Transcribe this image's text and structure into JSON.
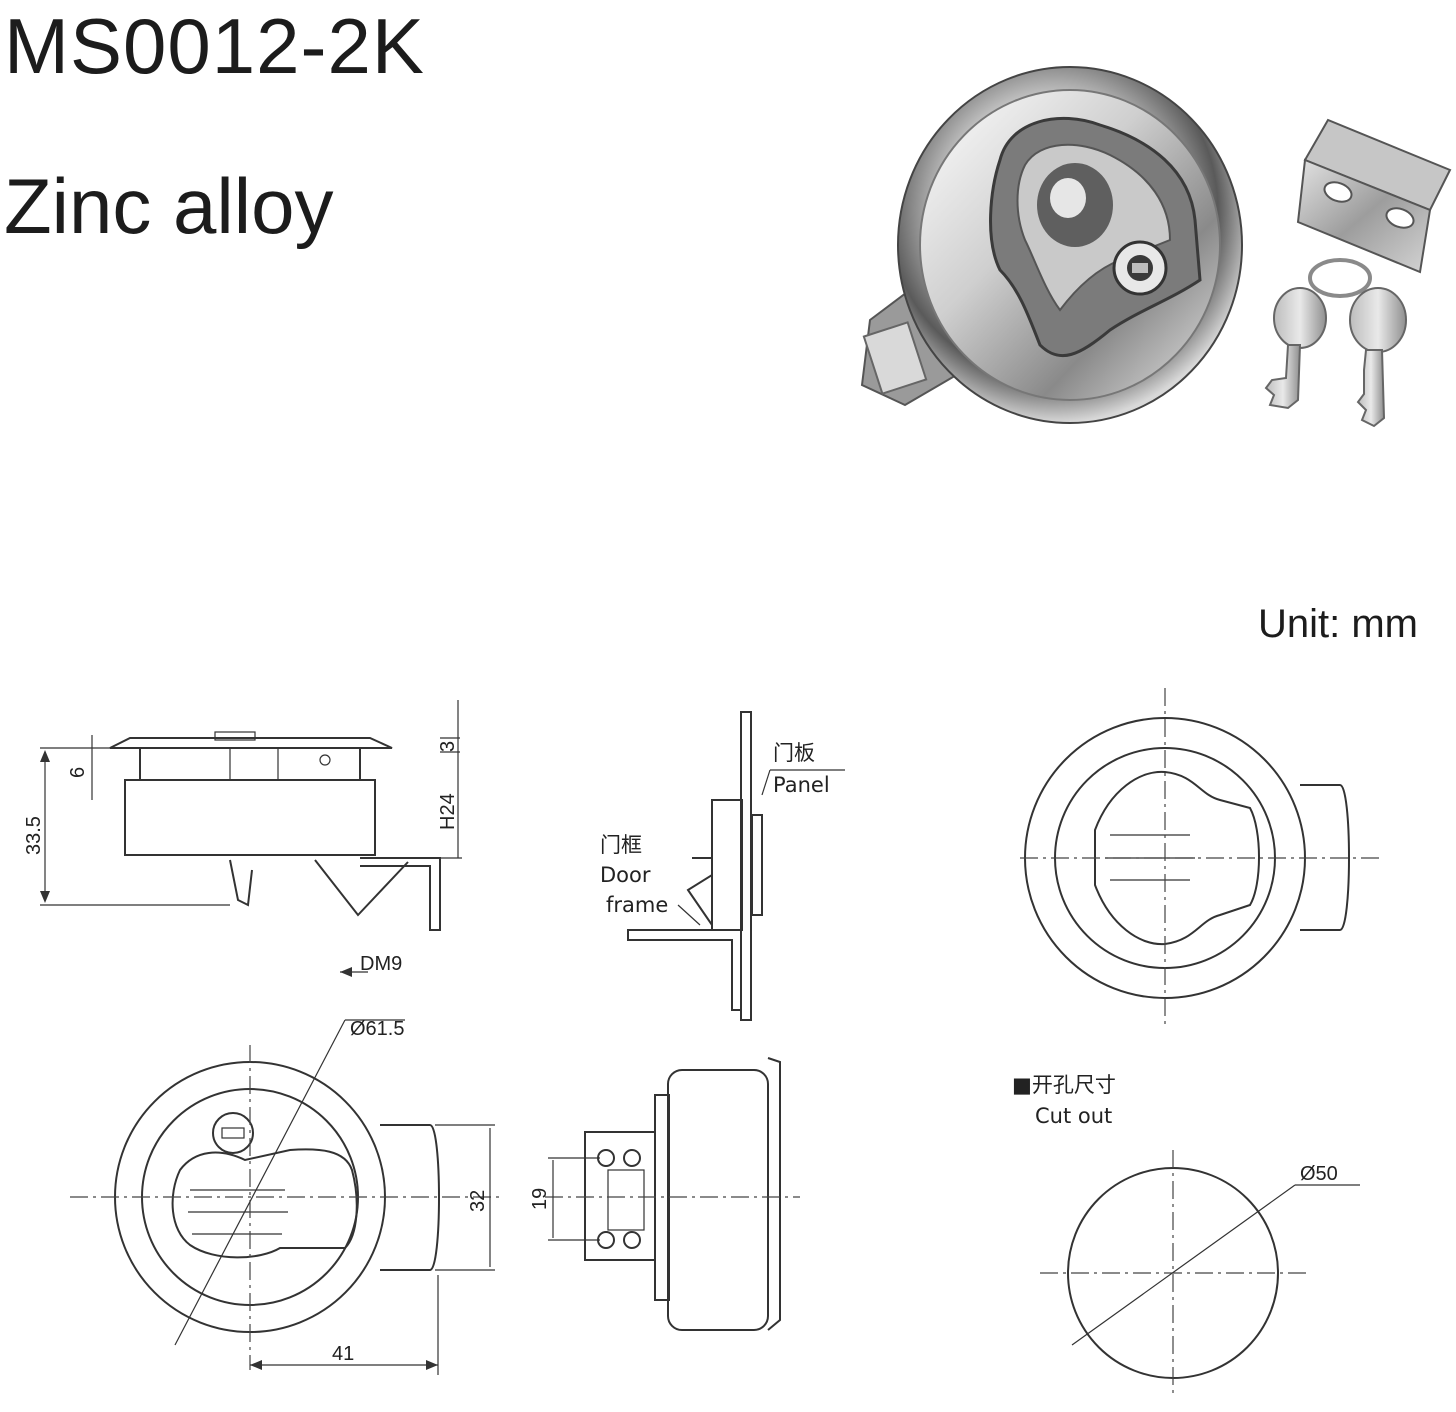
{
  "header": {
    "model": "MS0012-2K",
    "material": "Zinc alloy"
  },
  "unit_label": "Unit: mm",
  "product_photo": {
    "parts": [
      "latch-body",
      "strike-plate",
      "keys"
    ]
  },
  "side_view": {
    "dims": {
      "d1": "6",
      "d2": "33.5",
      "d3": "3",
      "d4": "H24",
      "d5": "DM9"
    }
  },
  "install_view": {
    "panel_cn": "门板",
    "panel_en": "Panel",
    "frame_cn": "门框",
    "frame_en_1": "Door",
    "frame_en_2": "frame"
  },
  "front_view": {
    "dims": {
      "diameter": "Ø61.5",
      "height": "32",
      "width": "41"
    }
  },
  "back_view": {
    "dims": {
      "slot": "19"
    }
  },
  "cutout": {
    "title_cn": "■开孔尺寸",
    "title_en": "Cut out",
    "diameter": "Ø50"
  }
}
